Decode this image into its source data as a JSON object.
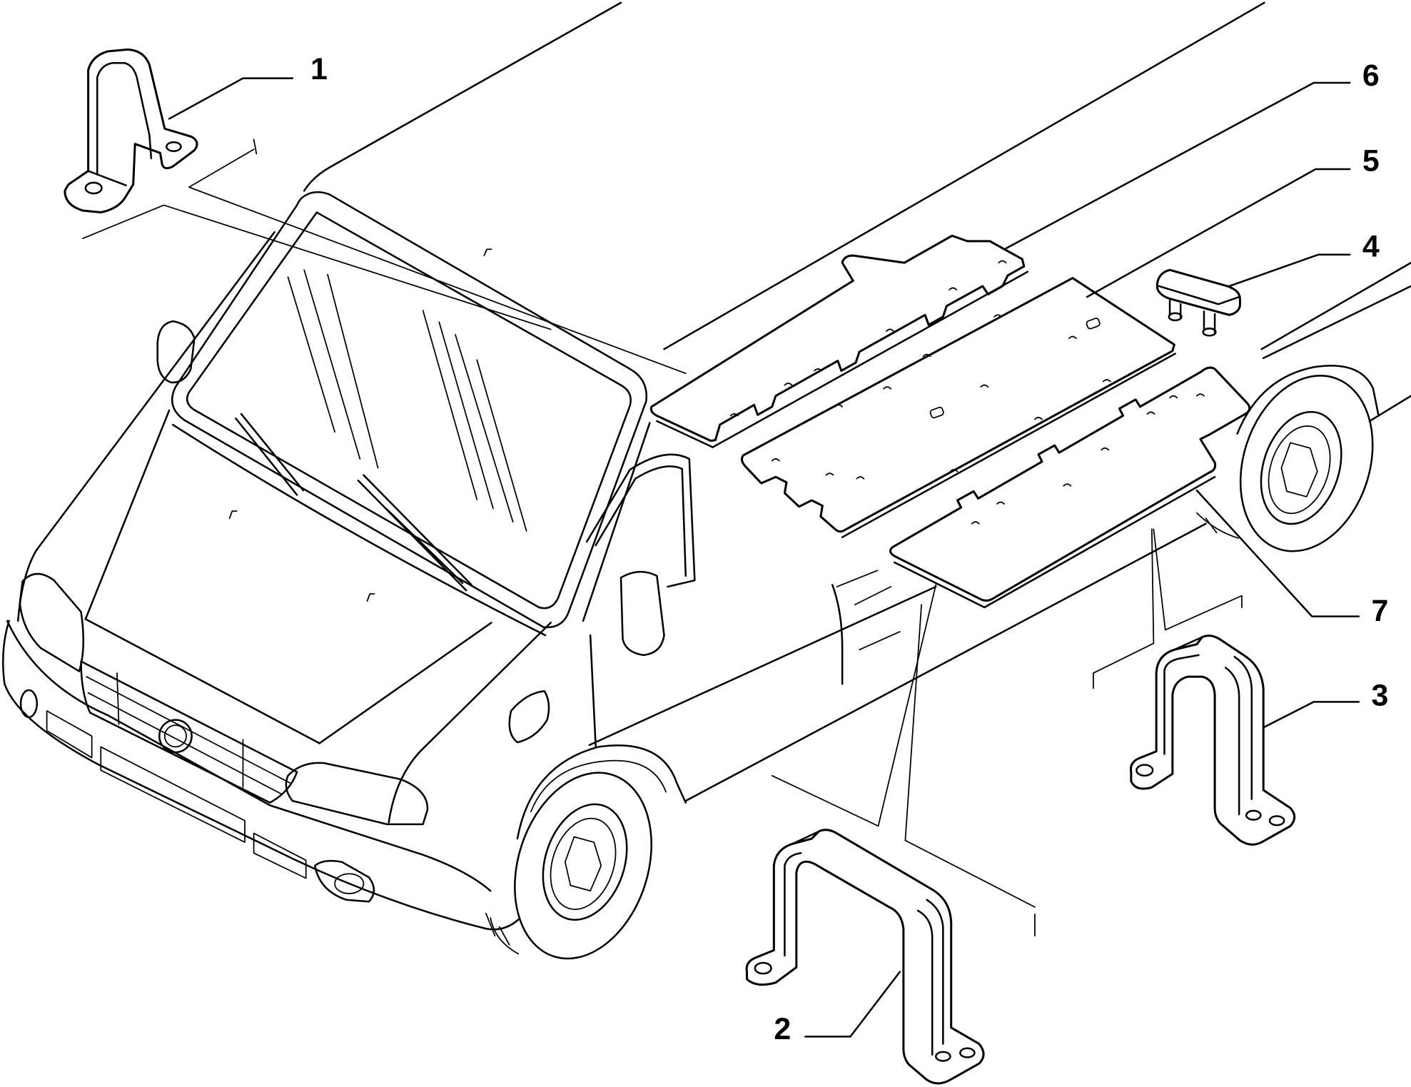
{
  "callouts": {
    "part_1": "1",
    "part_2": "2",
    "part_3": "3",
    "part_4": "4",
    "part_5": "5",
    "part_6": "6",
    "part_7": "7"
  }
}
